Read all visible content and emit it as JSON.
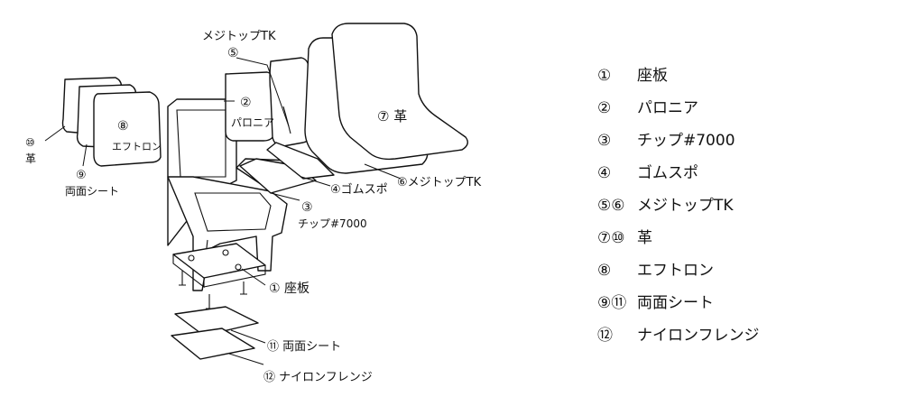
{
  "diagram": {
    "callouts": {
      "meji_top_label": "メジトップTK",
      "meji_top_num": "⑤",
      "paronia_num": "②",
      "paronia_text": "パロニア",
      "leather_main": "⑦ 革",
      "meji_top_6": "⑥メジトップTK",
      "gomu_spo": "④ゴムスポ",
      "chip_num": "③",
      "chip_text": "チップ#7000",
      "zaban": "① 座板",
      "ryomen_11": "⑪ 両面シート",
      "nylon_12": "⑫ ナイロンフレンジ",
      "eftron_num": "⑧",
      "eftron_text": "エフトロン",
      "leather_10_num": "⑩",
      "leather_10_text": "革",
      "ryomen_9_num": "⑨",
      "ryomen_9_text": "両面シート"
    }
  },
  "legend": [
    {
      "num": "①",
      "label": "座板"
    },
    {
      "num": "②",
      "label": "パロニア"
    },
    {
      "num": "③",
      "label": "チップ#7000"
    },
    {
      "num": "④",
      "label": "ゴムスポ"
    },
    {
      "num": "⑤⑥",
      "label": "メジトップTK"
    },
    {
      "num": "⑦⑩",
      "label": "革"
    },
    {
      "num": "⑧",
      "label": "エフトロン"
    },
    {
      "num": "⑨⑪",
      "label": "両面シート"
    },
    {
      "num": "⑫",
      "label": "ナイロンフレンジ"
    }
  ]
}
